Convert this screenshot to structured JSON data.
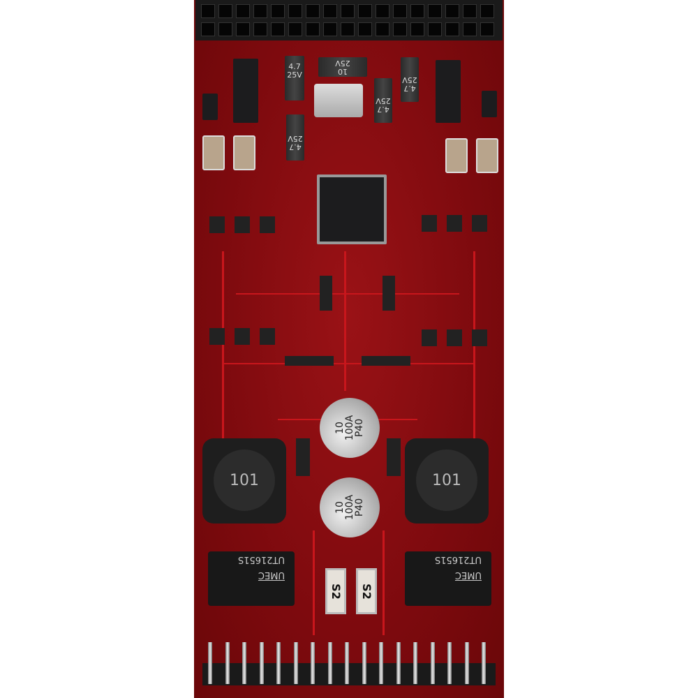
{
  "board": {
    "colors": {
      "pcb": "#8a0c10",
      "trace": "#c8161c",
      "component": "#1c1c1e",
      "pad": "#c9c9c9"
    },
    "capacitor_labels": {
      "c1": [
        "4.7",
        "25V"
      ],
      "c2": [
        "10",
        "25V"
      ],
      "c3": [
        "4.7",
        "25V"
      ],
      "c4": [
        "4.7",
        "25V"
      ],
      "c5": [
        "4.7",
        "25V"
      ]
    },
    "inductor_left": "101",
    "inductor_right": "101",
    "electrolytic_top": [
      "10",
      "100A",
      "P40"
    ],
    "electrolytic_bottom": [
      "10",
      "100A",
      "P40"
    ],
    "transformer_left": {
      "part": "UT21651S",
      "brand": "UMEC"
    },
    "transformer_right": {
      "part": "UT21651S",
      "brand": "UMEC"
    },
    "fuse_left": "S2",
    "fuse_right": "S2"
  }
}
